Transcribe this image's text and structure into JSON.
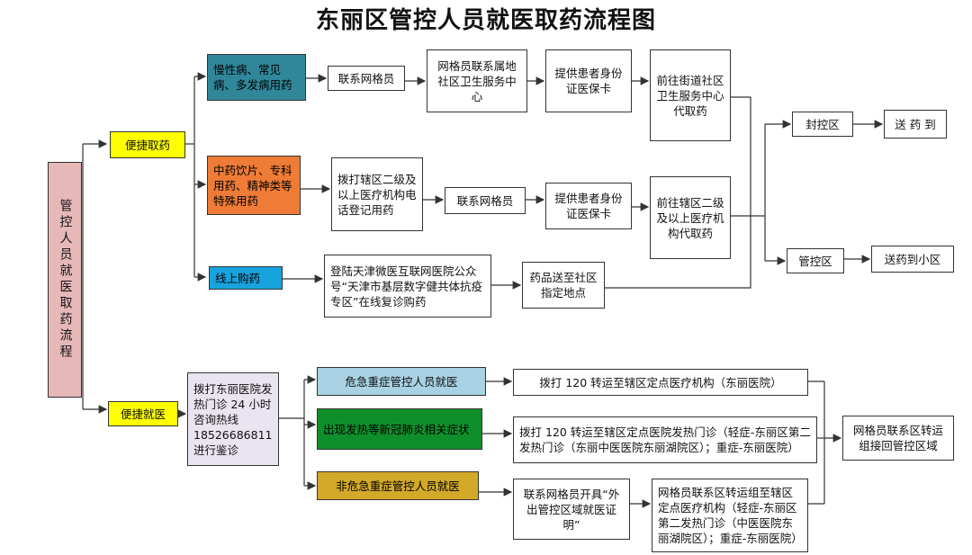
{
  "title": "东丽区管控人员就医取药流程图",
  "root": "管控人员就医取药流程",
  "branches": {
    "medicine": "便捷取药",
    "medical": "便捷就医"
  },
  "medicine": {
    "chronic": "慢性病、常见病、多发病用药",
    "chronic_steps": [
      "联系网格员",
      "网格员联系属地社区卫生服务中心",
      "提供患者身份证医保卡",
      "前往街道社区卫生服务中心代取药"
    ],
    "special": "中药饮片、专科用药、精神类等特殊用药",
    "special_steps": [
      "拨打辖区二级及以上医疗机构电话登记用药",
      "联系网格员",
      "提供患者身份证医保卡",
      "前往辖区二级及以上医疗机构代取药"
    ],
    "online": "线上购药",
    "online_steps": [
      "登陆天津微医互联网医院公众号“天津市基层数字健共体抗疫专区”在线复诊购药",
      "药品送至社区指定地点"
    ]
  },
  "zones": {
    "sealed": "封控区",
    "sealed_action": "送 药 到",
    "controlled": "管控区",
    "controlled_action": "送药到小区"
  },
  "medical": {
    "hotline": "拨打东丽医院发热门诊 24 小时咨询热线 18526686811 进行鉴诊",
    "critical": "危急重症管控人员就医",
    "critical_step": "拨打 120 转运至辖区定点医疗机构（东丽医院）",
    "covid": "出现发热等新冠肺炎相关症状",
    "covid_step": "拨打 120 转运至辖区定点医院发热门诊（轻症-东丽区第二发热门诊（东丽中医医院东丽湖院区）；重症-东丽医院）",
    "noncritical": "非危急重症管控人员就医",
    "noncritical_step1": "联系网格员开具“外出管控区域就医证明”",
    "noncritical_step2": "网格员联系区转运组至辖区定点医疗机构（轻症-东丽区第二发热门诊（中医医院东丽湖院区）；重症-东丽医院）",
    "return": "网格员联系区转运组接回管控区域"
  },
  "colors": {
    "teal": "#31879a",
    "orange": "#ef7c36",
    "blue": "#17a3dd",
    "yellow": "#ffff00",
    "pink": "#e6b8b8",
    "lavender": "#e9e4ef",
    "light_blue": "#a8d2e3",
    "green": "#0f8f2b",
    "gold": "#d3a928"
  }
}
